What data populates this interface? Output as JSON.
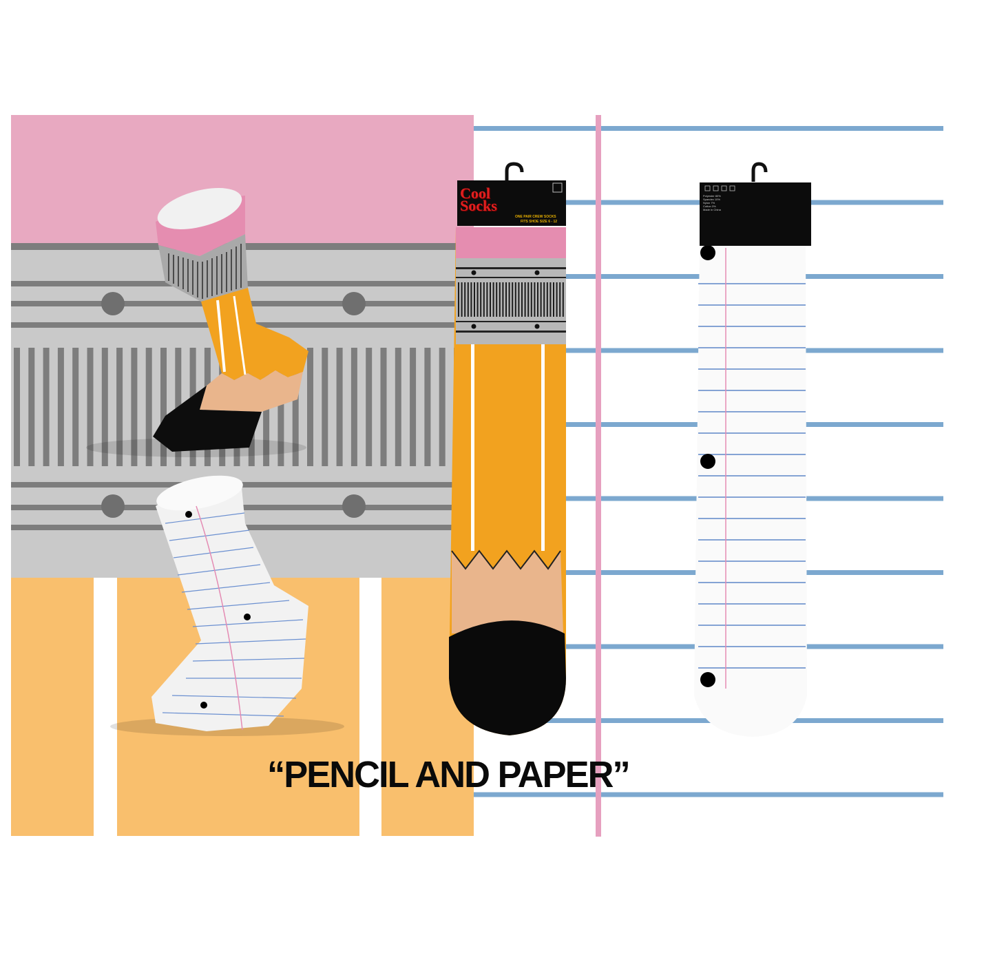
{
  "caption": "“PENCIL AND PAPER”",
  "package": {
    "brand_line1": "Cool",
    "brand_line2": "Socks",
    "pack_text": "ONE PAIR CREW SOCKS",
    "size_text": "FITS SHOE SIZE 6 - 12",
    "care_lines": [
      "Polyester 80%",
      "Spandex 10%",
      "Nylon 7%",
      "Cotton 3%",
      "Made in China"
    ]
  },
  "colors": {
    "eraser_pink": "#e8a9c1",
    "metal_gray": "#c9c9c9",
    "stripe_gray": "#7d7d7d",
    "pencil_orange": "#f2a21f",
    "wood_tan": "#e9b58c",
    "paper_blue": "#7ca8cf",
    "margin_pink": "#e6a0bf",
    "background_orange": "#f9bf6d"
  }
}
